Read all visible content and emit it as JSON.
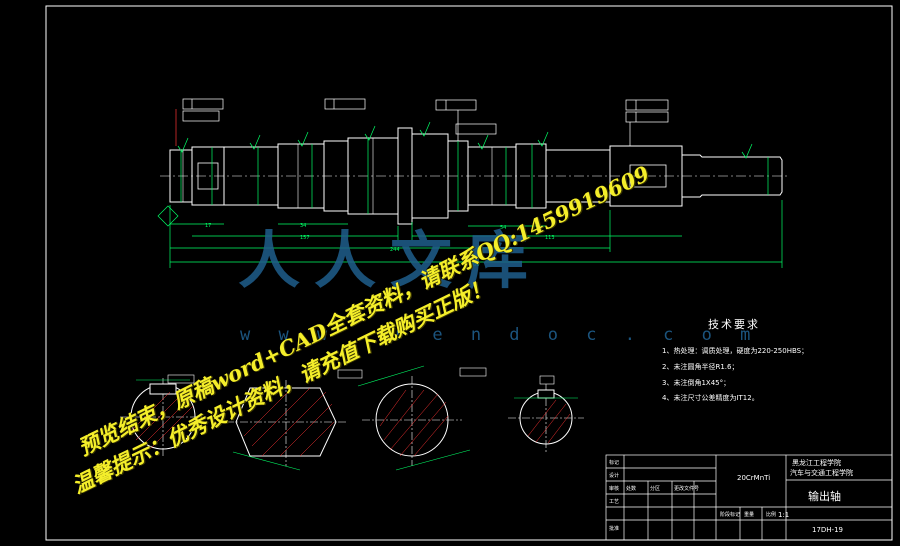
{
  "tech_requirements": {
    "title": "技术要求",
    "items": [
      "1、热处理：调质处理，硬度为220-250HBS；",
      "2、未注圆角半径R1.6；",
      "3、未注倒角1X45°；",
      "4、未注尺寸公差精度为IT12。"
    ]
  },
  "title_block": {
    "material": "20CrMnTi",
    "company": "黑龙江工程学院",
    "company_sub": "汽车与交通工程学院",
    "part_name": "输出轴",
    "drawing_no": "17DH-19",
    "scale": "1:1"
  },
  "watermark": {
    "logo_text": "人人文库",
    "url": "w w w . r e n d o c . c o m",
    "line1": "预览结束，原稿word+CAD全套资料，请联系QQ:1459919609",
    "line2": "温馨提示：优秀设计资料，请充值下载购买正版！"
  },
  "colors": {
    "background": "#000000",
    "outline": "#ffffff",
    "dimension": "#00ff66",
    "tolerance": "#ffff00",
    "hatch": "#ff3333",
    "centerline": "#ffffff",
    "watermark_text": "#f4ee2a",
    "logo": "#1f5e8c"
  }
}
